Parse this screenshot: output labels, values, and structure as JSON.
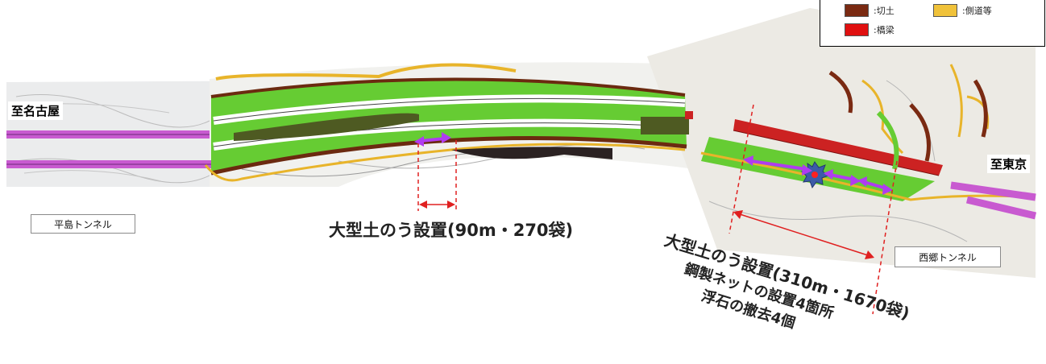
{
  "legend": {
    "items": [
      {
        "label": ":切土",
        "color": "#7a2a12"
      },
      {
        "label": ":側道等",
        "color": "#f0c23a"
      },
      {
        "label": ":橋梁",
        "color": "#e01010"
      }
    ]
  },
  "places": {
    "nagoya": "至名古屋",
    "tokyo": "至東京",
    "hirashima_tunnel": "平島トンネル",
    "saigo_tunnel": "西郷トンネル"
  },
  "annotations": {
    "section1": "大型土のう設置(90m・270袋)",
    "section2_line1": "大型土のう設置(310m・1670袋)",
    "section2_line2": "鋼製ネットの設置4箇所",
    "section2_line3": "浮石の撤去4個"
  },
  "colors": {
    "tunnel": "#c85ad0",
    "fill_green": "#66cc33",
    "bridge": "#cc2222",
    "side_road": "#e8b42a",
    "cut": "#6b2a10",
    "arrow": "#b03cf0",
    "dim_line": "#e02020"
  }
}
